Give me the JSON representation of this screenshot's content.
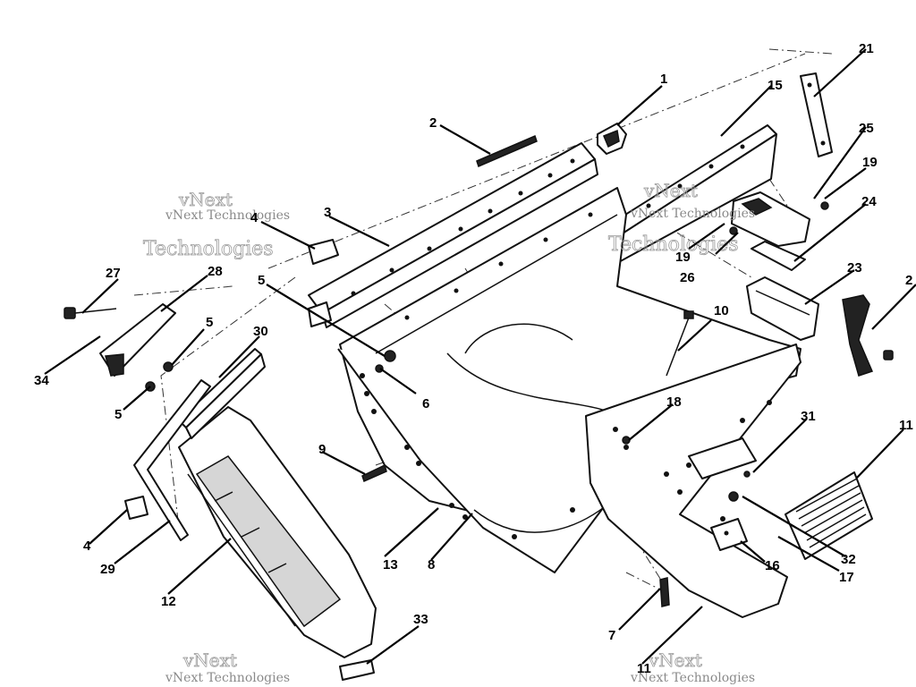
{
  "watermark": {
    "line1": "vNext",
    "line2": "vNext Technologies",
    "line3": "Technologies"
  },
  "callouts": [
    {
      "id": "c1",
      "label": "1"
    },
    {
      "id": "c2",
      "label": "2"
    },
    {
      "id": "c3",
      "label": "3"
    },
    {
      "id": "c4a",
      "label": "4"
    },
    {
      "id": "c4b",
      "label": "4"
    },
    {
      "id": "c5a",
      "label": "5"
    },
    {
      "id": "c5b",
      "label": "5"
    },
    {
      "id": "c5c",
      "label": "5"
    },
    {
      "id": "c6",
      "label": "6"
    },
    {
      "id": "c7",
      "label": "7"
    },
    {
      "id": "c8",
      "label": "8"
    },
    {
      "id": "c9",
      "label": "9"
    },
    {
      "id": "c10",
      "label": "10"
    },
    {
      "id": "c11a",
      "label": "11"
    },
    {
      "id": "c11b",
      "label": "11"
    },
    {
      "id": "c12",
      "label": "12"
    },
    {
      "id": "c13",
      "label": "13"
    },
    {
      "id": "c15",
      "label": "15"
    },
    {
      "id": "c16",
      "label": "16"
    },
    {
      "id": "c17",
      "label": "17"
    },
    {
      "id": "c18",
      "label": "18"
    },
    {
      "id": "c19a",
      "label": "19"
    },
    {
      "id": "c19b",
      "label": "19"
    },
    {
      "id": "c21",
      "label": "21"
    },
    {
      "id": "c22",
      "label": "2"
    },
    {
      "id": "c23",
      "label": "23"
    },
    {
      "id": "c24",
      "label": "24"
    },
    {
      "id": "c25",
      "label": "25"
    },
    {
      "id": "c26",
      "label": "26"
    },
    {
      "id": "c27",
      "label": "27"
    },
    {
      "id": "c28",
      "label": "28"
    },
    {
      "id": "c29",
      "label": "29"
    },
    {
      "id": "c30",
      "label": "30"
    },
    {
      "id": "c31",
      "label": "31"
    },
    {
      "id": "c32",
      "label": "32"
    },
    {
      "id": "c33",
      "label": "33"
    },
    {
      "id": "c34",
      "label": "34"
    }
  ]
}
